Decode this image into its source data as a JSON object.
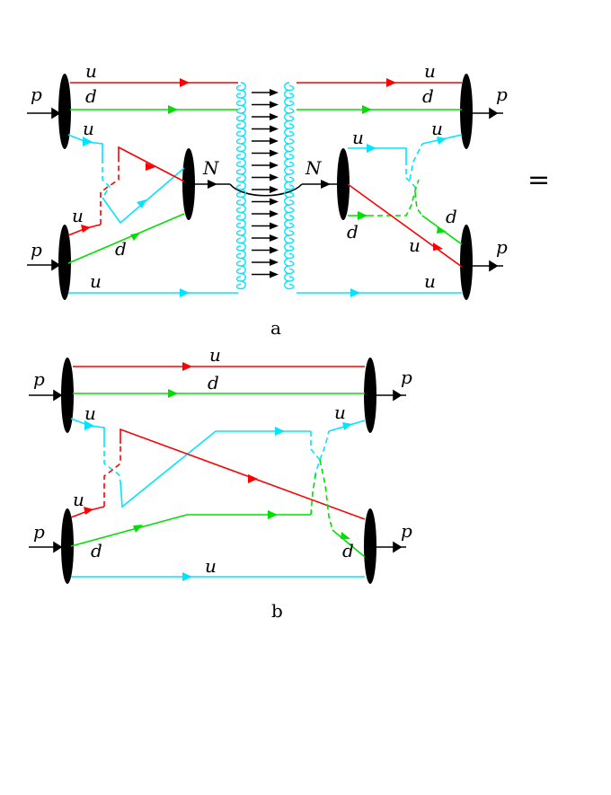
{
  "colors": {
    "u_quark": "#ff0000",
    "d_quark": "#00e000",
    "u_quark_alt": "#00e5ff",
    "gluon": "#00e5ff",
    "black": "#000000"
  },
  "labels": {
    "proton": "p",
    "up": "u",
    "down": "d",
    "nucleon": "N",
    "caption_a": "a",
    "caption_b": "b",
    "equals": "="
  }
}
